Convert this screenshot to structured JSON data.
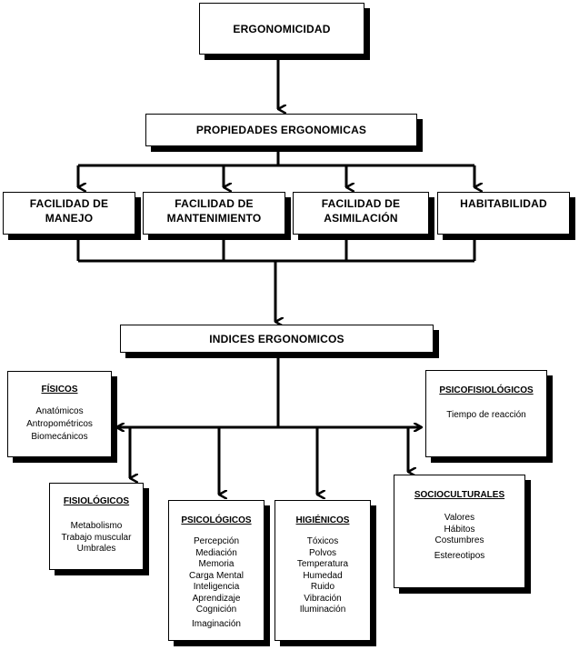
{
  "root": {
    "title": "ERGONOMICIDAD"
  },
  "propiedades": {
    "title": "PROPIEDADES ERGONOMICAS"
  },
  "facilidades": [
    {
      "line1": "FACILIDAD DE",
      "line2": "MANEJO"
    },
    {
      "line1": "FACILIDAD DE",
      "line2": "MANTENIMIENTO"
    },
    {
      "line1": "FACILIDAD DE",
      "line2": "ASIMILACIÓN"
    },
    {
      "line1": "HABITABILIDAD",
      "line2": ""
    }
  ],
  "indices": {
    "title": "INDICES ERGONOMICOS"
  },
  "fisicos": {
    "title": "FÍSICOS",
    "items": [
      "Anatómicos",
      "Antropométricos",
      "Biomecánicos"
    ]
  },
  "psicofisiologicos": {
    "title": "PSICOFISIOLÓGICOS",
    "items": [
      "Tiempo de reacción"
    ]
  },
  "fisiologicos": {
    "title": "FISIOLÓGICOS",
    "items": [
      "Metabolismo",
      "Trabajo muscular",
      "Umbrales"
    ]
  },
  "psicologicos": {
    "title": "PSICOLÓGICOS",
    "items": [
      "Percepción",
      "Mediación",
      "Memoria",
      "Carga Mental",
      "Inteligencia",
      "Aprendizaje",
      "Cognición",
      "Imaginación"
    ]
  },
  "higienicos": {
    "title": "HIGIÉNICOS",
    "items": [
      "Tóxicos",
      "Polvos",
      "Temperatura",
      "Humedad",
      "Ruido",
      "Vibración",
      "Iluminación"
    ]
  },
  "socioculturales": {
    "title": "SOCIOCULTURALES",
    "items": [
      "Valores",
      "Hábitos",
      "Costumbres",
      "Estereotipos"
    ]
  }
}
